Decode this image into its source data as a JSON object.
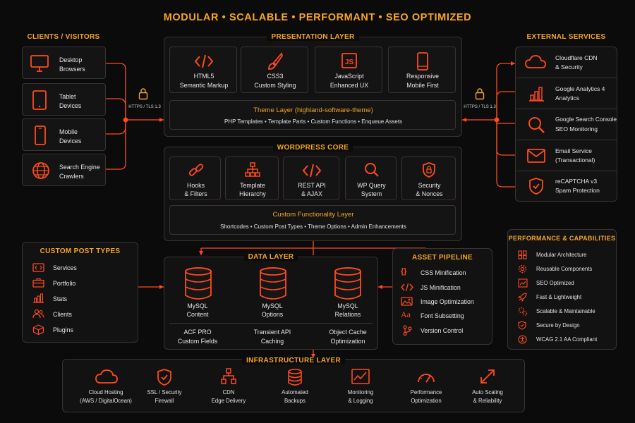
{
  "header": {
    "title": "MODULAR • SCALABLE • PERFORMANT • SEO OPTIMIZED"
  },
  "colors": {
    "accent": "#ff4a1c",
    "title": "#f5a524",
    "background": "#0b0b0c"
  },
  "clients": {
    "title": "CLIENTS / VISITORS",
    "items": [
      {
        "line1": "Desktop",
        "line2": "Browsers",
        "icon": "monitor-icon"
      },
      {
        "line1": "Tablet",
        "line2": "Devices",
        "icon": "tablet-icon"
      },
      {
        "line1": "Mobile",
        "line2": "Devices",
        "icon": "mobile-icon"
      },
      {
        "line1": "Search Engine",
        "line2": "Crawlers",
        "icon": "globe-icon"
      }
    ],
    "link_label": "HTTPS / TLS 1.3"
  },
  "presentation": {
    "title": "PRESENTATION LAYER",
    "cards": [
      {
        "line1": "HTML5",
        "line2": "Semantic Markup",
        "icon": "code-icon"
      },
      {
        "line1": "CSS3",
        "line2": "Custom Styling",
        "icon": "brush-icon"
      },
      {
        "line1": "JavaScript",
        "line2": "Enhanced UX",
        "icon": "js-icon"
      },
      {
        "line1": "Responsive",
        "line2": "Mobile First",
        "icon": "phone-icon"
      }
    ],
    "theme_title": "Theme Layer (highland-software-theme)",
    "theme_items": "PHP Templates  •  Template Parts  •  Custom Functions  •  Enqueue Assets"
  },
  "core": {
    "title": "WORDPRESS CORE",
    "cards": [
      {
        "line1": "Hooks",
        "line2": "& Filters",
        "icon": "link-icon"
      },
      {
        "line1": "Template",
        "line2": "Hierarchy",
        "icon": "hierarchy-icon"
      },
      {
        "line1": "REST API",
        "line2": "& AJAX",
        "icon": "code-icon"
      },
      {
        "line1": "WP Query",
        "line2": "System",
        "icon": "search-icon"
      },
      {
        "line1": "Security",
        "line2": "& Nonces",
        "icon": "shield-icon"
      }
    ],
    "custom_title": "Custom Functionality Layer",
    "custom_items": "Shortcodes  •  Custom Post Types  •  Theme Options  •  Admin Enhancements"
  },
  "external": {
    "title": "EXTERNAL SERVICES",
    "items": [
      {
        "line1": "Cloudflare CDN",
        "line2": "& Security",
        "icon": "cloud-icon"
      },
      {
        "line1": "Google Analytics 4",
        "line2": "Analytics",
        "icon": "bar-chart-icon"
      },
      {
        "line1": "Google Search Console",
        "line2": "SEO Monitoring",
        "icon": "search-icon"
      },
      {
        "line1": "Email Service",
        "line2": "(Transactional)",
        "icon": "mail-icon"
      },
      {
        "line1": "reCAPTCHA v3",
        "line2": "Spam Protection",
        "icon": "shield-check-icon"
      }
    ],
    "link_label": "HTTPS / TLS 1.3"
  },
  "cpt": {
    "title": "CUSTOM POST TYPES",
    "items": [
      "Services",
      "Portfolio",
      "Stats",
      "Clients",
      "Plugins"
    ]
  },
  "data_layer": {
    "title": "DATA LAYER",
    "dbs": [
      {
        "line1": "MySQL",
        "line2": "Content"
      },
      {
        "line1": "MySQL",
        "line2": "Options"
      },
      {
        "line1": "MySQL",
        "line2": "Relations"
      }
    ],
    "notes": [
      {
        "line1": "ACF PRO",
        "line2": "Custom Fields"
      },
      {
        "line1": "Transient API",
        "line2": "Caching"
      },
      {
        "line1": "Object Cache",
        "line2": "Optimization"
      }
    ]
  },
  "asset_pipeline": {
    "title": "ASSET PIPELINE",
    "items": [
      "CSS Minification",
      "JS Minification",
      "Image Optimization",
      "Font Subsetting",
      "Version Control"
    ]
  },
  "performance": {
    "title": "PERFORMANCE & CAPABILITIES",
    "items": [
      "Modular Architecture",
      "Reusable Components",
      "SEO Optimized",
      "Fast & Lightweight",
      "Scalable & Maintainable",
      "Secure by Design",
      "WCAG 2.1 AA Compliant"
    ]
  },
  "infrastructure": {
    "title": "INFRASTRUCTURE LAYER",
    "items": [
      {
        "line1": "Cloud Hosting",
        "line2": "(AWS / DigitalOcean)"
      },
      {
        "line1": "SSL / Security",
        "line2": "Firewall"
      },
      {
        "line1": "CDN",
        "line2": "Edge Delivery"
      },
      {
        "line1": "Automated",
        "line2": "Backups"
      },
      {
        "line1": "Monitoring",
        "line2": "& Logging"
      },
      {
        "line1": "Performance",
        "line2": "Optimization"
      },
      {
        "line1": "Auto Scaling",
        "line2": "& Reliability"
      }
    ]
  }
}
